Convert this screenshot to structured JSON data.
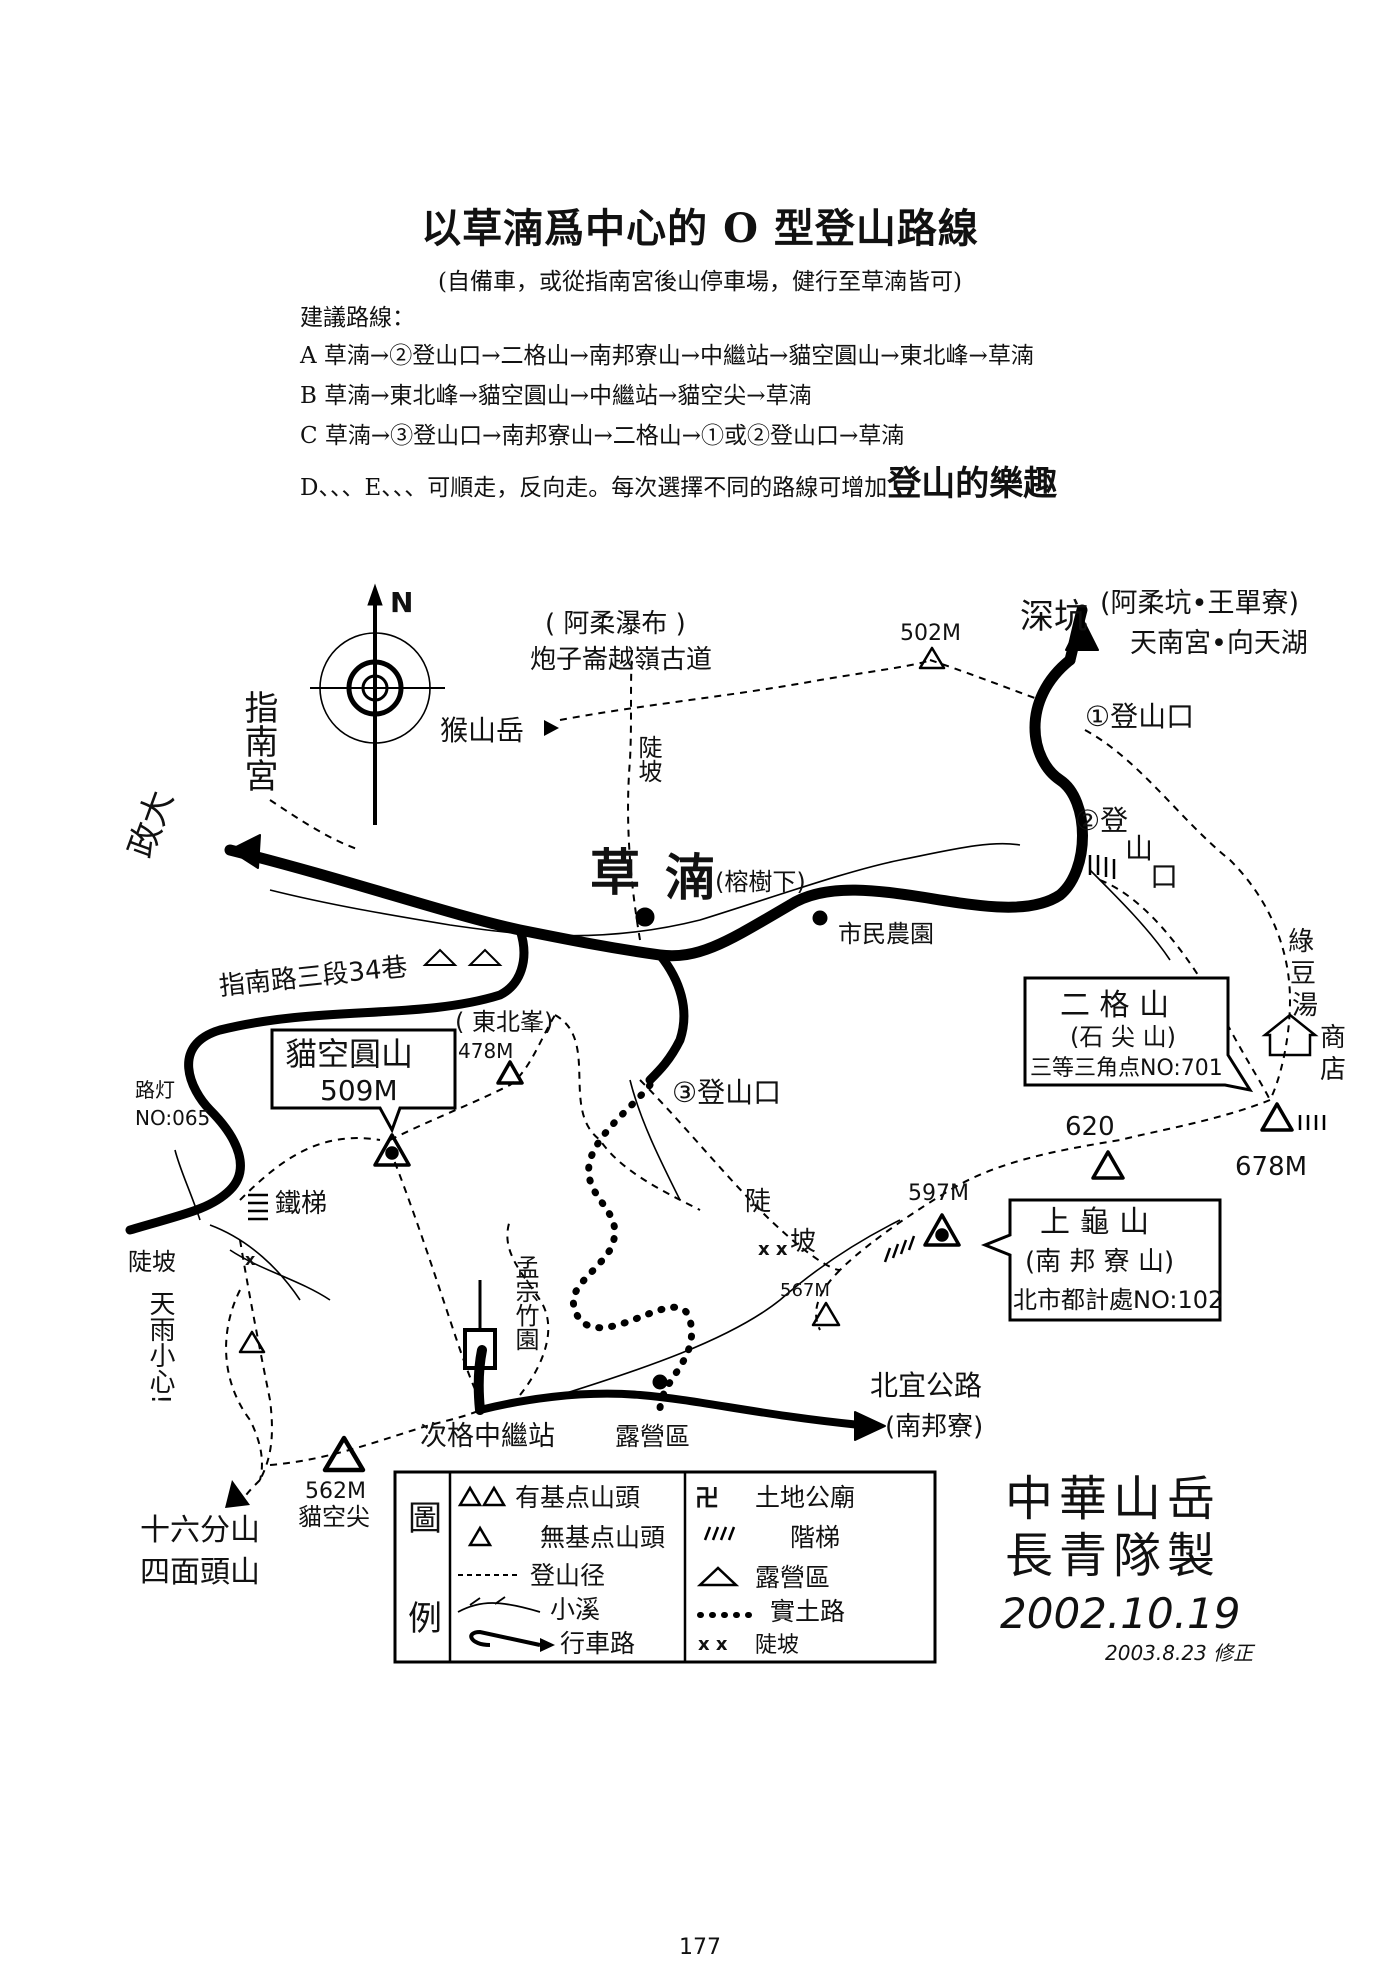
{
  "header": {
    "title": "以草湳爲中心的 O 型登山路線",
    "subtitle": "(自備車，或從指南宮後山停車場，健行至草湳皆可)",
    "routes_heading": "建議路線：",
    "routes": [
      "A 草湳→②登山口→二格山→南邦寮山→中繼站→貓空圓山→東北峰→草湳",
      "B 草湳→東北峰→貓空圓山→中繼站→貓空尖→草湳",
      "C 草湳→③登山口→南邦寮山→二格山→①或②登山口→草湳"
    ],
    "tip_prefix": "D、、、E、、、可順走，反向走。每次選擇不同的路線可增加",
    "tip_emphasis": "登山的樂趣"
  },
  "map": {
    "north": "N",
    "places": {
      "zhinangong": "指南宮",
      "zhengda": "政大",
      "houshanyue": "猴山岳",
      "waterfall_line1": "( 阿柔瀑布 )",
      "waterfall_line2": "炮子崙越嶺古道",
      "peak502": "502M",
      "shenkeng": "深坑",
      "shenkeng_detail1": "(阿柔坑•王單寮)",
      "shenkeng_detail2": "天南宮•向天湖",
      "trailhead1": "①登山口",
      "trailhead2_a": "②登",
      "trailhead2_b": "山",
      "trailhead2_c": "口",
      "steep_up": "陡坡",
      "caonan_a": "草",
      "caonan_b": "湳",
      "caonan_note": "(榕樹下)",
      "farm": "市民農園",
      "lane": "指南路三段34巷",
      "northeast_peak": "( 東北峯)",
      "peak478": "478M",
      "maokong_name": "貓空圓山",
      "maokong_elev": "509M",
      "streetlight1": "路灯",
      "streetlight2": "NO:065",
      "iron_ladder": "鐵梯",
      "trailhead3": "③登山口",
      "steep_mid_a": "陡",
      "steep_mid_b": "坡",
      "steep_left": "陡坡",
      "caution": "天雨小心!",
      "mengzong": "孟宗竹園",
      "station": "次格中繼站",
      "camp": "露營區",
      "beiyi": "北宜公路",
      "nanbang": "(南邦寮)",
      "peak567": "567M",
      "peak597": "597M",
      "shanggui_title": "上 龜 山",
      "shanggui_sub": "(南 邦 寮 山)",
      "shanggui_code": "北市都計處NO:102",
      "ergeshan_title": "二 格 山",
      "ergeshan_sub": "(石 尖 山)",
      "ergeshan_code": "三等三角点NO:701",
      "peak620": "620",
      "peak678": "678M",
      "mungtang_a": "綠",
      "mungtang_b": "豆",
      "mungtang_c": "湯",
      "mungtang_d": "商",
      "mungtang_e": "店",
      "peak562": "562M",
      "maokongjian": "貓空尖",
      "shiliufen": "十六分山",
      "simiantou": "四面頭山"
    },
    "legend": {
      "col_label_a": "圖",
      "col_label_b": "例",
      "items": [
        {
          "label": "有基点山頭"
        },
        {
          "label": "無基点山頭"
        },
        {
          "label": "登山径"
        },
        {
          "label": "小溪"
        },
        {
          "label": "行車路"
        },
        {
          "label": "土地公廟"
        },
        {
          "label": "階梯"
        },
        {
          "label": "露營區"
        },
        {
          "label": "實土路"
        },
        {
          "label": "陡坡"
        }
      ]
    },
    "credit": {
      "line1": "中華山岳",
      "line2": "長青隊製",
      "date": "2002.10.19",
      "revised": "2003.8.23 修正"
    }
  },
  "page_number": "177"
}
